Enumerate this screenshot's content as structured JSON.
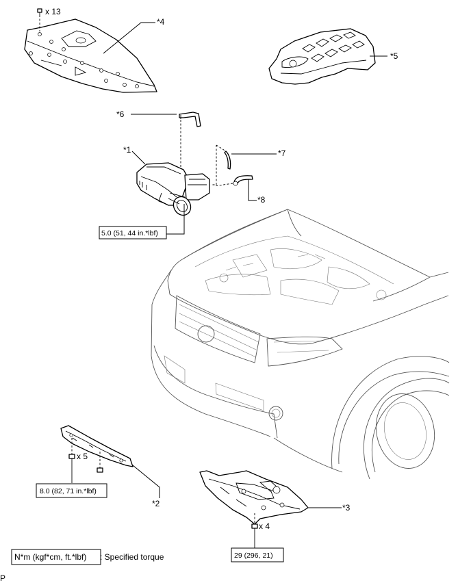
{
  "callouts": {
    "p1": "*1",
    "p2": "*2",
    "p3": "*3",
    "p4": "*4",
    "p5": "*5",
    "p6": "*6",
    "p7": "*7",
    "p8": "*8"
  },
  "quantities": {
    "bolts_top": "x 13",
    "bolts_p2": "x 5",
    "bolts_p3": "x 4"
  },
  "torques": {
    "t1": "5.0 (51, 44 in.*lbf)",
    "t2": "8.0 (82, 71 in.*lbf)",
    "t3": "29 (296, 21)"
  },
  "legend": {
    "unit_box": "N*m (kgf*cm, ft.*lbf)",
    "description": ": Specified torque"
  },
  "corner_code": "P"
}
